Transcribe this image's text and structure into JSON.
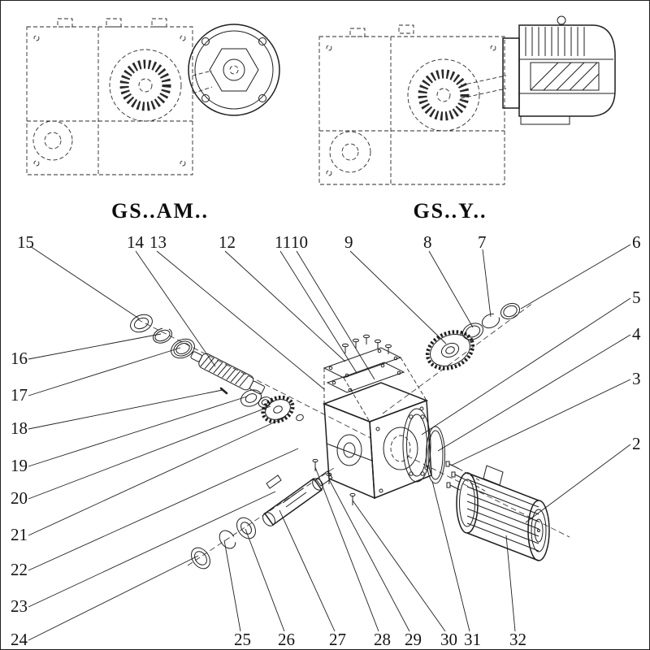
{
  "colors": {
    "background": "#ffffff",
    "line": "#1f1f1f"
  },
  "models": {
    "left_label": "GS..AM..",
    "right_label": "GS..Y.."
  },
  "callouts": {
    "top": [
      "15",
      "14",
      "13",
      "12",
      "11",
      "10",
      "9",
      "8",
      "7",
      "6"
    ],
    "right": [
      "5",
      "4",
      "3",
      "2"
    ],
    "left": [
      "16",
      "17",
      "18",
      "19",
      "20",
      "21",
      "22",
      "23",
      "24"
    ],
    "bottom": [
      "25",
      "26",
      "27",
      "28",
      "29",
      "30",
      "31",
      "32"
    ]
  }
}
